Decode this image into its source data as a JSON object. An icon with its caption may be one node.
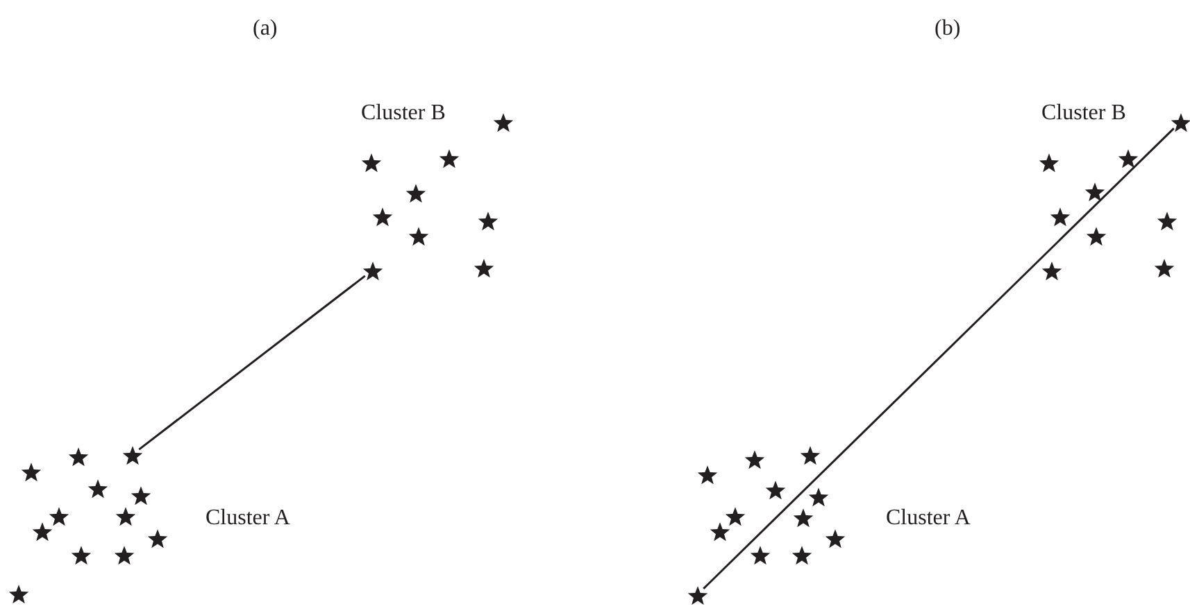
{
  "diagram": {
    "nodes": [
      {
        "text": [],
        "shape": "star"
      },
      {
        "text": [],
        "shape": "star"
      },
      {
        "text": [],
        "shape": "star"
      },
      {
        "text": [],
        "shape": "star"
      },
      {
        "text": [],
        "shape": "star"
      },
      {
        "text": [],
        "shape": "star"
      },
      {
        "text": [],
        "shape": "star"
      },
      {
        "text": [],
        "shape": "star"
      },
      {
        "text": [],
        "shape": "star"
      },
      {
        "text": [],
        "shape": "star"
      },
      {
        "text": [],
        "shape": "star"
      },
      {
        "text": [],
        "shape": "star"
      },
      {
        "text": [],
        "shape": "star"
      },
      {
        "text": [],
        "shape": "star"
      },
      {
        "text": [],
        "shape": "star"
      },
      {
        "text": [],
        "shape": "star"
      },
      {
        "text": [],
        "shape": "star"
      },
      {
        "text": [],
        "shape": "star"
      },
      {
        "text": [],
        "shape": "star"
      },
      {
        "text": [],
        "shape": "star"
      },
      {
        "text": [],
        "shape": "star"
      },
      {
        "text": [],
        "shape": "star"
      },
      {
        "text": [],
        "shape": "star"
      },
      {
        "text": [],
        "shape": "star"
      },
      {
        "text": [],
        "shape": "star"
      },
      {
        "text": [],
        "shape": "star"
      },
      {
        "text": [],
        "shape": "star"
      },
      {
        "text": [],
        "shape": "star"
      },
      {
        "text": [],
        "shape": "star"
      },
      {
        "text": [],
        "shape": "star"
      },
      {
        "text": [],
        "shape": "star"
      },
      {
        "text": [],
        "shape": "star"
      },
      {
        "text": [],
        "shape": "star"
      },
      {
        "text": [],
        "shape": "star"
      },
      {
        "text": [],
        "shape": "star"
      },
      {
        "text": [],
        "shape": "star"
      },
      {
        "text": [],
        "shape": "star"
      },
      {
        "text": [],
        "shape": "star"
      },
      {
        "text": [],
        "shape": "star"
      },
      {
        "text": [],
        "shape": "star"
      },
      {
        "text": [],
        "shape": "star"
      },
      {
        "text": [],
        "shape": "star"
      }
    ],
    "edges": [
      {
        "from": 9,
        "to": 8,
        "arrow": "none"
      },
      {
        "from": 41,
        "to": 21,
        "arrow": "none"
      }
    ],
    "labels": [
      "(a)",
      "(b)",
      "Cluster B",
      "Cluster A",
      "Cluster B",
      "Cluster A"
    ]
  }
}
